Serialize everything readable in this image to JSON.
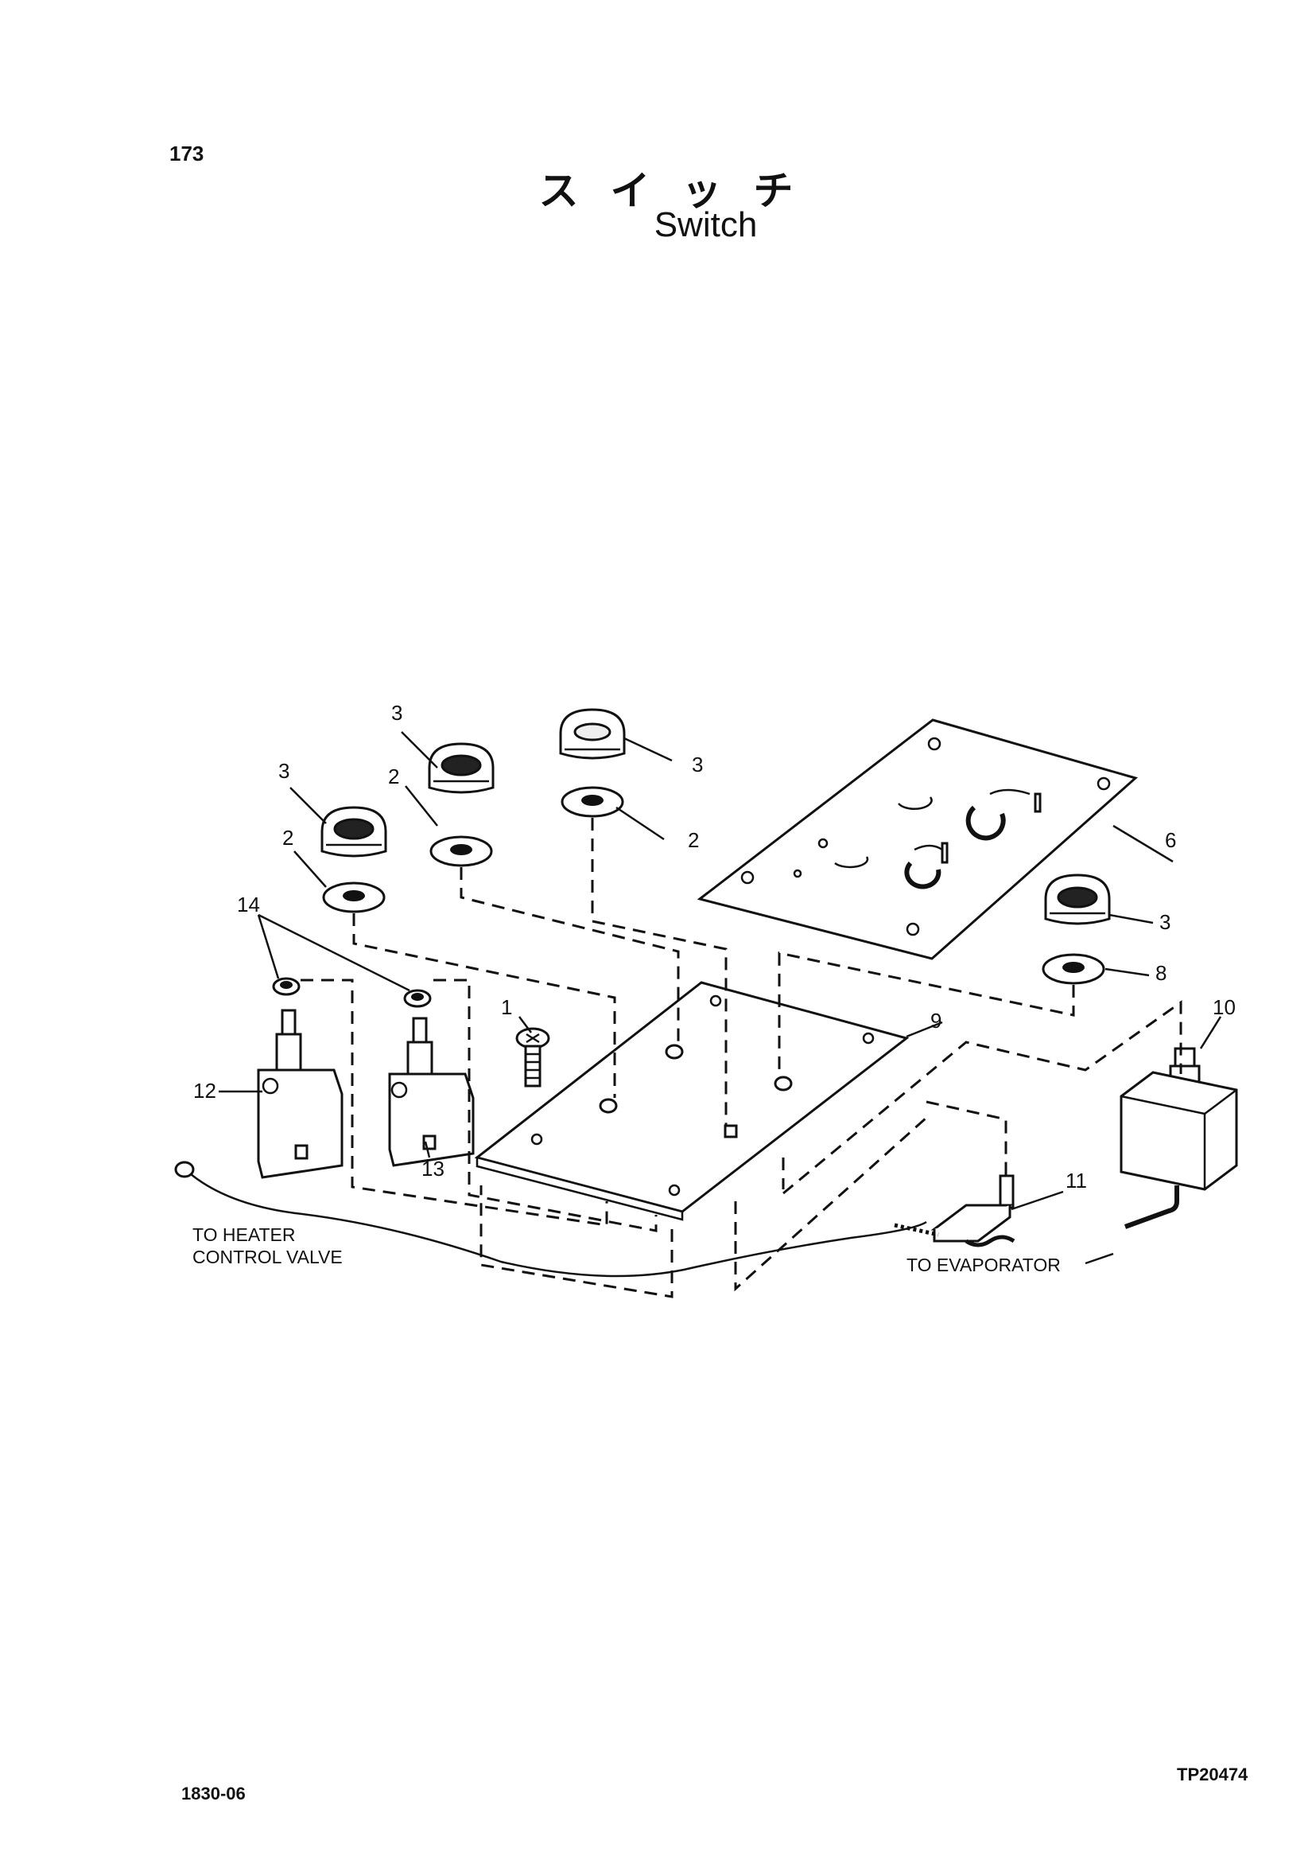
{
  "header": {
    "page_number": "173",
    "title_jp": "スイッチ",
    "title_en": "Switch"
  },
  "diagram": {
    "callouts": [
      "1",
      "2",
      "2",
      "2",
      "3",
      "3",
      "3",
      "3",
      "6",
      "8",
      "9",
      "10",
      "11",
      "12",
      "13",
      "14"
    ],
    "captions": {
      "heater_line1": "TO HEATER",
      "heater_line2": "CONTROL VALVE",
      "evaporator": "TO EVAPORATOR"
    }
  },
  "footer": {
    "doc_code": "1830-06",
    "figure_code": "TP20474"
  }
}
